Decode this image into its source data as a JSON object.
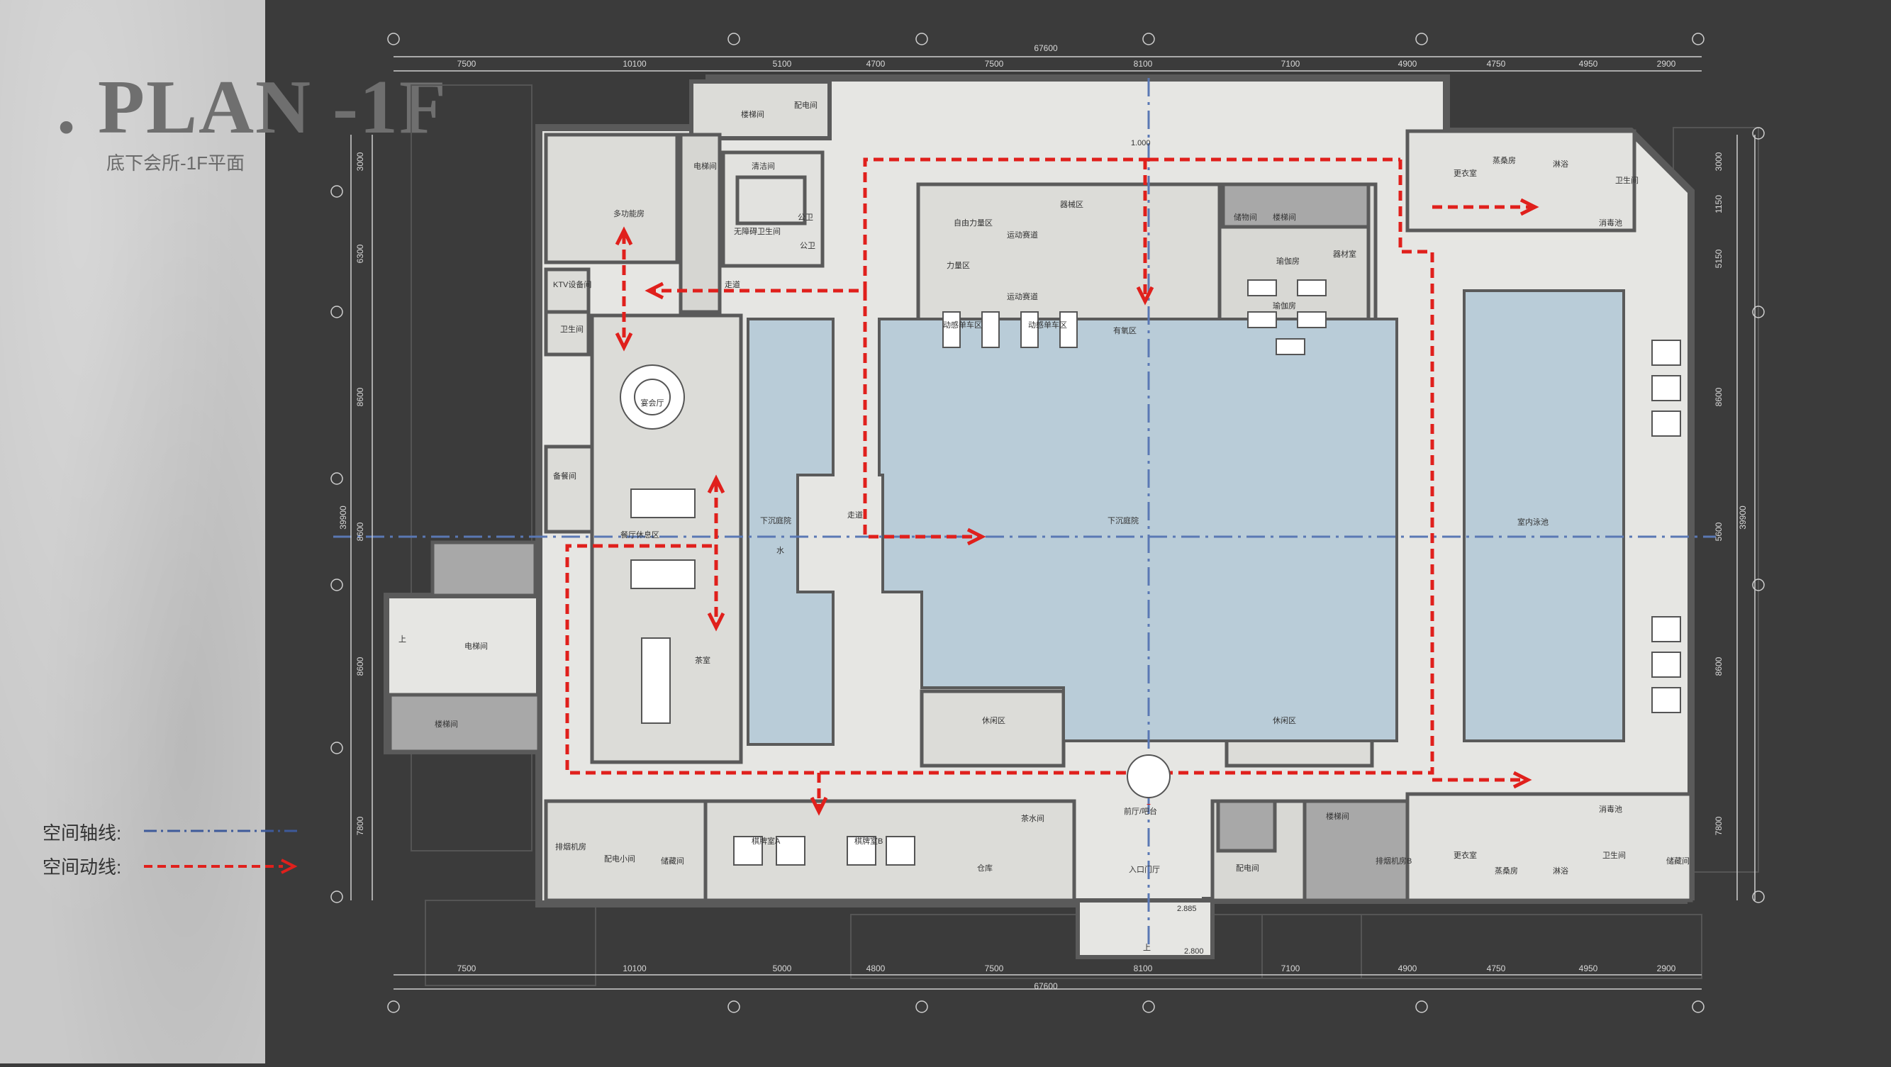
{
  "title": ". PLAN -1F",
  "subtitle": "底下会所-1F平面",
  "legend": {
    "axis_label": "空间轴线:",
    "flow_label": "空间动线:"
  },
  "colors": {
    "panel_bg": "#c9c9c9",
    "drawing_bg": "#3b3b3b",
    "floor": "#e6e6e3",
    "room": "#dcdcd8",
    "wall": "#5a5a5a",
    "water": "#b9ccd8",
    "axis": "#5a78b4",
    "flow": "#e0201c"
  },
  "dimensions": {
    "overall": "67600",
    "top_segments": [
      "7500",
      "10100",
      "5100",
      "4700",
      "7500",
      "8100",
      "7100",
      "4900",
      "4750",
      "4950",
      "2900"
    ],
    "bottom_segments": [
      "7500",
      "10100",
      "5000",
      "4800",
      "7500",
      "8100",
      "7100",
      "4900",
      "4750",
      "4950",
      "2900"
    ],
    "left_segments": [
      "3000",
      "6300",
      "8600",
      "8600",
      "8600",
      "7800"
    ],
    "left_total": "39900",
    "right_segments": [
      "3000",
      "1150",
      "5150",
      "8600",
      "5600",
      "8600",
      "7800"
    ],
    "right_total": "39900"
  },
  "rooms": {
    "multi_function": "多功能房",
    "ktv_equipment": "KTV设备间",
    "toilet": "卫生间",
    "elevator_hall": "电梯间",
    "cleaning": "清洁间",
    "accessible_toilet": "无障碍卫生间",
    "public_toilet": "公卫",
    "stair": "楼梯间",
    "power_room": "配电间",
    "corridor": "走道",
    "banquet": "宴会厅",
    "pantry": "备餐间",
    "restaurant_lounge": "餐厅休息区",
    "tea_room": "茶室",
    "sunken_court": "下沉庭院",
    "water": "水",
    "free_weights": "自由力量区",
    "machines": "器械区",
    "strength": "力量区",
    "sports_track": "运动赛道",
    "cardio": "有氧区",
    "spinning": "动感单车区",
    "storage": "储物间",
    "yoga": "瑜伽房",
    "equipment_room": "器材室",
    "changing": "更衣室",
    "shower": "淋浴",
    "steam": "蒸桑房",
    "disinfection": "消毒池",
    "indoor_pool": "室内泳池",
    "lounge": "休闲区",
    "reception": "前厅/吧台",
    "entrance": "入口门厅",
    "tea_water": "茶水间",
    "warehouse": "仓库",
    "chess_a": "棋牌室A",
    "chess_b": "棋牌室B",
    "exhaust_fan": "排烟机房",
    "exhaust_fan_b": "排烟机房B",
    "small_power": "配电小间",
    "storage_room": "储藏间",
    "up": "上",
    "level_1000": "1.000",
    "level_2800": "2.800",
    "level_2885": "2.885"
  }
}
